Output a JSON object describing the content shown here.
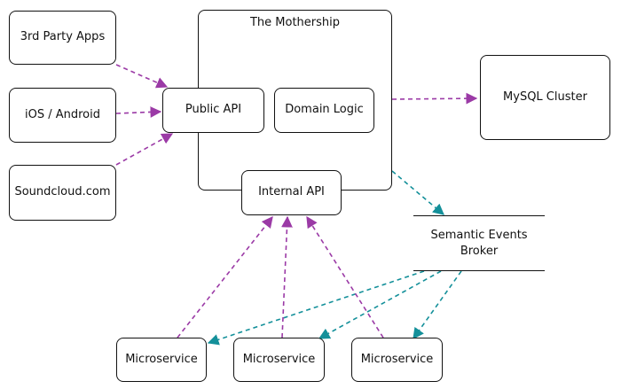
{
  "nodes": {
    "third_party_apps": "3rd Party Apps",
    "ios_android": "iOS / Android",
    "soundcloud": "Soundcloud.com",
    "mothership": "The Mothership",
    "public_api": "Public API",
    "domain_logic": "Domain Logic",
    "internal_api": "Internal API",
    "mysql_cluster": "MySQL Cluster",
    "semantic_events_broker": "Semantic Events Broker",
    "microservice_1": "Microservice",
    "microservice_2": "Microservice",
    "microservice_3": "Microservice"
  },
  "colors": {
    "sync_edge": "#9b3aa6",
    "event_edge": "#14909a",
    "stroke": "#111111"
  },
  "edges": [
    {
      "from": "third_party_apps",
      "to": "public_api",
      "style": "sync"
    },
    {
      "from": "ios_android",
      "to": "public_api",
      "style": "sync"
    },
    {
      "from": "soundcloud",
      "to": "public_api",
      "style": "sync"
    },
    {
      "from": "mothership",
      "to": "mysql_cluster",
      "style": "sync"
    },
    {
      "from": "mothership",
      "to": "semantic_events_broker",
      "style": "event"
    },
    {
      "from": "semantic_events_broker",
      "to": "microservice_1",
      "style": "event"
    },
    {
      "from": "semantic_events_broker",
      "to": "microservice_2",
      "style": "event"
    },
    {
      "from": "semantic_events_broker",
      "to": "microservice_3",
      "style": "event"
    },
    {
      "from": "microservice_1",
      "to": "internal_api",
      "style": "sync"
    },
    {
      "from": "microservice_2",
      "to": "internal_api",
      "style": "sync"
    },
    {
      "from": "microservice_3",
      "to": "internal_api",
      "style": "sync"
    }
  ]
}
